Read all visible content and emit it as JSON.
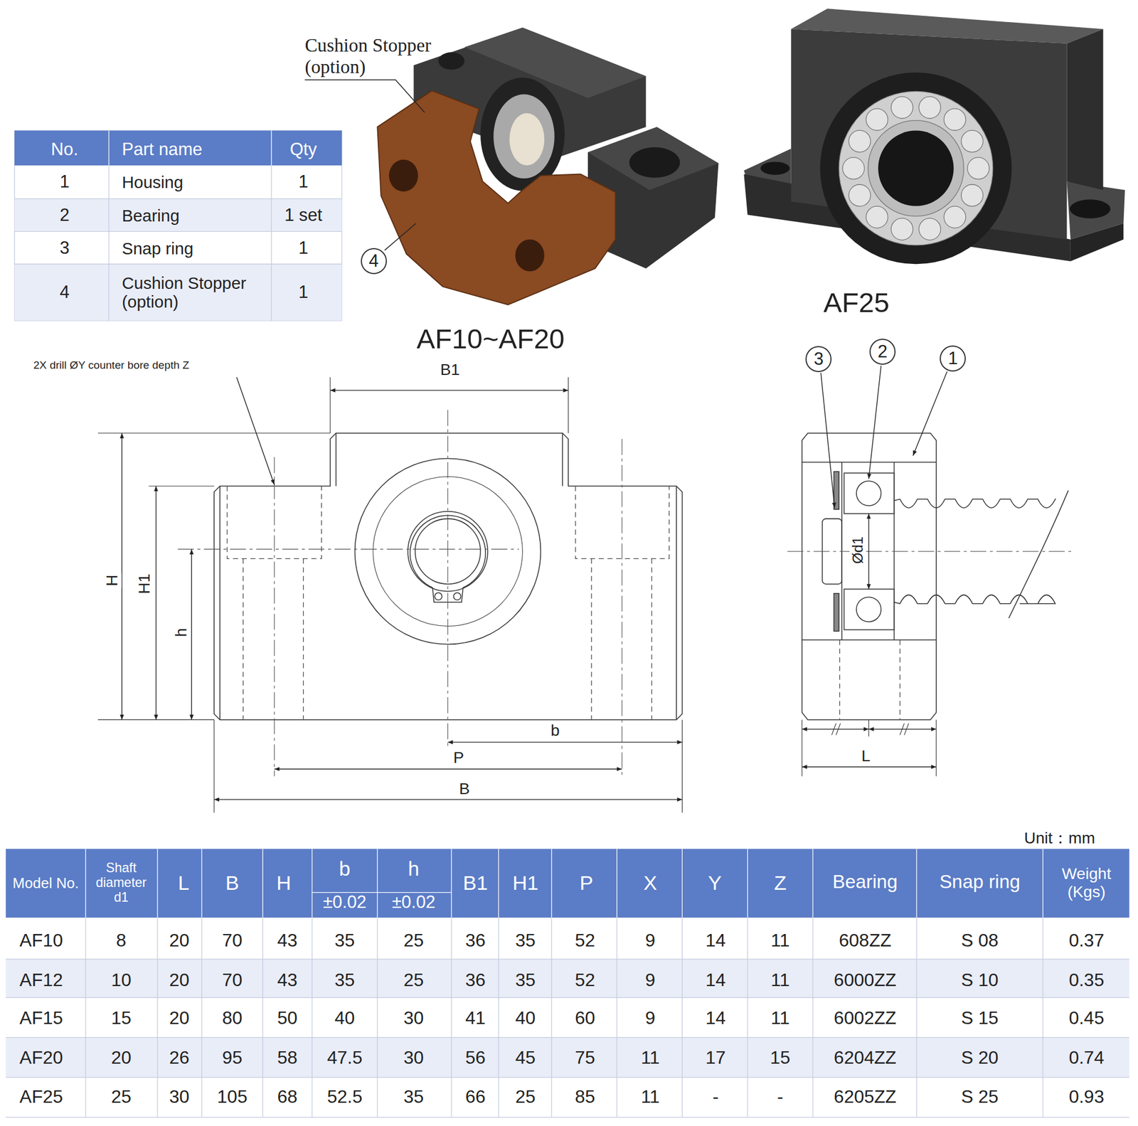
{
  "diagram": {
    "nodes": [
      {
        "text": [
          "4"
        ]
      },
      {
        "text": [
          "3"
        ]
      },
      {
        "text": [
          "2"
        ]
      },
      {
        "text": [
          "1"
        ]
      }
    ],
    "labels": [
      "Cushion Stopper (option)",
      "No.",
      "Part name",
      "Qty",
      "1",
      "Housing",
      "1",
      "2",
      "Bearing",
      "1 set",
      "3",
      "Snap ring",
      "1",
      "4",
      "Cushion Stopper (option)",
      "1",
      "AF10~AF20",
      "AF25",
      "2X drill ØY counter bore depth Z",
      "B1",
      "H",
      "H1",
      "h",
      "b",
      "P",
      "B",
      "Ød1",
      "L",
      "Unit：mm",
      "Model No.",
      "Shaft diameter d1",
      "L",
      "B",
      "H",
      "b",
      "±0.02",
      "h",
      "±0.02",
      "B1",
      "H1",
      "P",
      "X",
      "Y",
      "Z",
      "Bearing",
      "Snap ring",
      "Weight (Kgs)",
      "AF10",
      "8",
      "20",
      "70",
      "43",
      "35",
      "25",
      "36",
      "35",
      "52",
      "9",
      "14",
      "11",
      "608ZZ",
      "S 08",
      "0.37",
      "AF12",
      "10",
      "20",
      "70",
      "43",
      "35",
      "25",
      "36",
      "35",
      "52",
      "9",
      "14",
      "11",
      "6000ZZ",
      "S 10",
      "0.35",
      "AF15",
      "15",
      "20",
      "80",
      "50",
      "40",
      "30",
      "41",
      "40",
      "60",
      "9",
      "14",
      "11",
      "6002ZZ",
      "S 15",
      "0.45",
      "AF20",
      "20",
      "26",
      "95",
      "58",
      "47.5",
      "30",
      "56",
      "45",
      "75",
      "11",
      "17",
      "15",
      "6204ZZ",
      "S 20",
      "0.74",
      "AF25",
      "25",
      "30",
      "105",
      "68",
      "52.5",
      "35",
      "66",
      "25",
      "85",
      "11",
      "-",
      "-",
      "6205ZZ",
      "S 25",
      "0.93"
    ]
  }
}
